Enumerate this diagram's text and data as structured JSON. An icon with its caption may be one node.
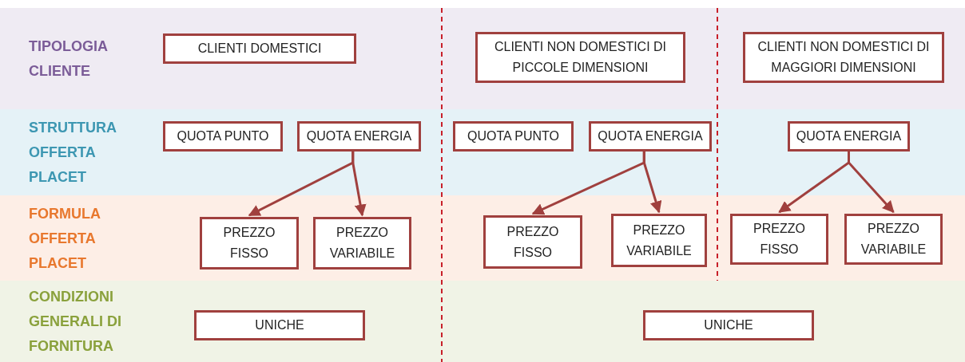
{
  "diagram": {
    "nodes": [
      {
        "text": [
          "TIPOLOGIA CLIENTE"
        ]
      },
      {
        "text": [
          "CLIENTI DOMESTICI"
        ],
        "in": 0
      },
      {
        "text": [
          "CLIENTI NON DOMESTICI DI PICCOLE DIMENSIONI"
        ],
        "in": 0
      },
      {
        "text": [
          "CLIENTI NON DOMESTICI DI MAGGIORI DIMENSIONI"
        ],
        "in": 0
      },
      {
        "text": [
          "STRUTTURA OFFERTA PLACET"
        ]
      },
      {
        "text": [
          "QUOTA PUNTO"
        ],
        "in": 4
      },
      {
        "text": [
          "QUOTA ENERGIA"
        ],
        "in": 4
      },
      {
        "text": [
          "QUOTA PUNTO"
        ],
        "in": 4
      },
      {
        "text": [
          "QUOTA ENERGIA"
        ],
        "in": 4
      },
      {
        "text": [
          "QUOTA ENERGIA"
        ],
        "in": 4
      },
      {
        "text": [
          "FORMULA OFFERTA PLACET"
        ]
      },
      {
        "text": [
          "PREZZO FISSO"
        ],
        "in": 10
      },
      {
        "text": [
          "PREZZO VARIABILE"
        ],
        "in": 10
      },
      {
        "text": [
          "PREZZO FISSO"
        ],
        "in": 10
      },
      {
        "text": [
          "PREZZO VARIABILE"
        ],
        "in": 10
      },
      {
        "text": [
          "PREZZO FISSO"
        ],
        "in": 10
      },
      {
        "text": [
          "PREZZO VARIABILE"
        ],
        "in": 10
      },
      {
        "text": [
          "CONDIZIONI GENERALI DI FORNITURA"
        ]
      },
      {
        "text": [
          "UNICHE"
        ],
        "in": 17
      },
      {
        "text": [
          "UNICHE"
        ],
        "in": 17
      }
    ],
    "edges": [
      {
        "from": 6,
        "to": 11,
        "arrow": "to"
      },
      {
        "from": 6,
        "to": 12,
        "arrow": "to"
      },
      {
        "from": 8,
        "to": 13,
        "arrow": "to"
      },
      {
        "from": 8,
        "to": 14,
        "arrow": "to"
      },
      {
        "from": 9,
        "to": 15,
        "arrow": "to"
      },
      {
        "from": 9,
        "to": 16,
        "arrow": "to"
      }
    ]
  }
}
